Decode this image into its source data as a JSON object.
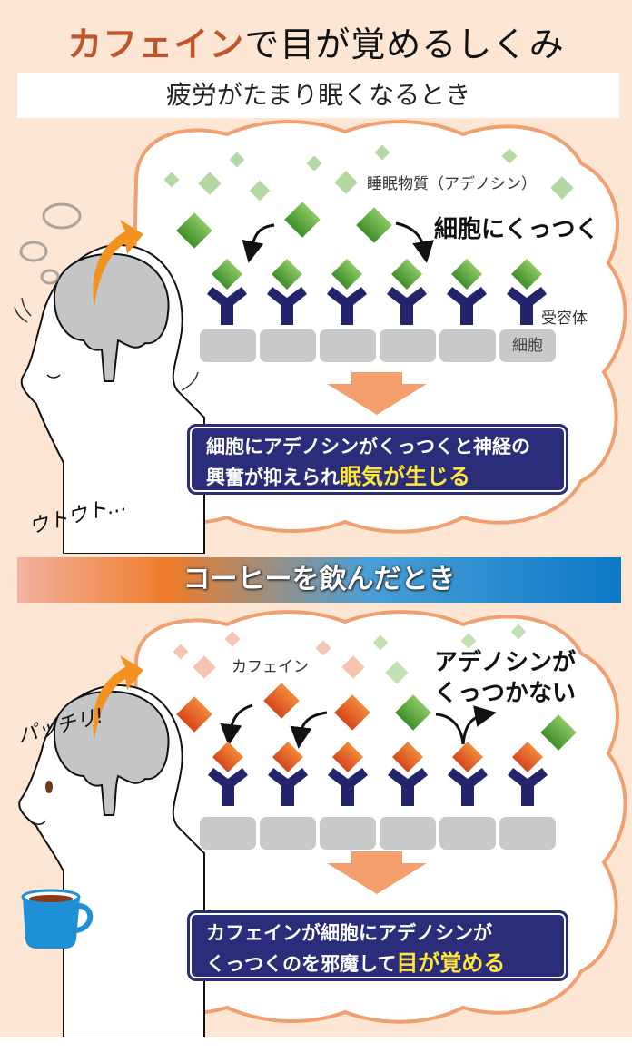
{
  "title": {
    "accent": "カフェイン",
    "rest": "で目が覚めるしくみ",
    "accent_color": "#c0552d"
  },
  "section1": {
    "heading": "疲労がたまり眠くなるとき",
    "molecule_label": "睡眠物質（アデノシン）",
    "action_label": "細胞にくっつく",
    "receptor_label": "受容体",
    "cell_label": "細胞",
    "person_sound": "ウトウト…",
    "result_line1": "細胞にアデノシンがくっつくと神経の",
    "result_line2_plain": "興奮が抑えられ",
    "result_line2_highlight": "眠気が生じる"
  },
  "section2": {
    "heading": "コーヒーを飲んだとき",
    "molecule_label": "カフェイン",
    "action_label_line1": "アデノシンが",
    "action_label_line2": "くっつかない",
    "person_sound": "パッチリ!",
    "result_line1": "カフェインが細胞にアデノシンが",
    "result_line2_plain": "くっつくのを邪魔して",
    "result_line2_highlight": "目が覚める"
  },
  "colors": {
    "background": "#fde6d4",
    "adenosine": "#5aa83a",
    "caffeine": "#e8622a",
    "receptor": "#23246b",
    "cell": "#c8c9cb",
    "result_box": "#2b2d7a",
    "highlight": "#ffe83a",
    "arrow": "#f5a06c",
    "cloud_outline": "#f0a070",
    "mug": "#1f8fd6"
  },
  "icons": {
    "brain": "brain-icon",
    "head": "head-profile-icon",
    "mug": "coffee-mug-icon",
    "down_arrow": "down-arrow-icon",
    "thought_bubbles": "thought-bubble-icon"
  }
}
